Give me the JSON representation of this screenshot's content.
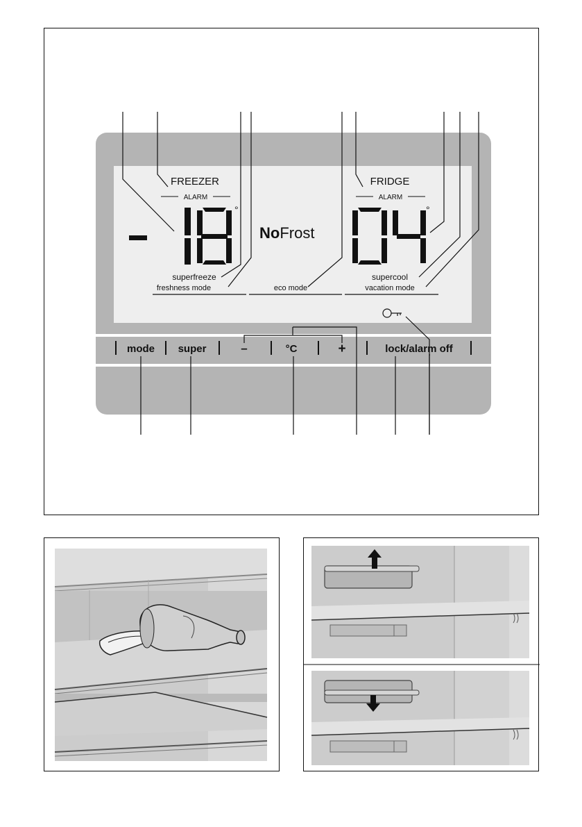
{
  "display": {
    "freezer_label": "FREEZER",
    "freezer_alarm": "ALARM",
    "freezer_temp": "18",
    "fridge_label": "FRIDGE",
    "fridge_alarm": "ALARM",
    "fridge_temp": "04",
    "degree_symbol": "°",
    "nofrost_bold": "No",
    "nofrost_light": "Frost",
    "superfreeze": "superfreeze",
    "freshness_mode": "freshness mode",
    "eco_mode": "eco mode",
    "supercool": "supercool",
    "vacation_mode": "vacation mode"
  },
  "buttons": {
    "mode": "mode",
    "super": "super",
    "minus": "–",
    "unit": "°C",
    "plus": "+",
    "lock": "lock/alarm off"
  },
  "icons": {
    "key": "key-icon",
    "bottle": "wine-bottle-icon",
    "arrow_up": "arrow-up-icon",
    "arrow_down": "arrow-down-icon"
  },
  "colors": {
    "panel": "#b4b4b4",
    "lcd": "#eeeeee",
    "line": "#111111",
    "shelf_bg": "#c8c8c8"
  }
}
